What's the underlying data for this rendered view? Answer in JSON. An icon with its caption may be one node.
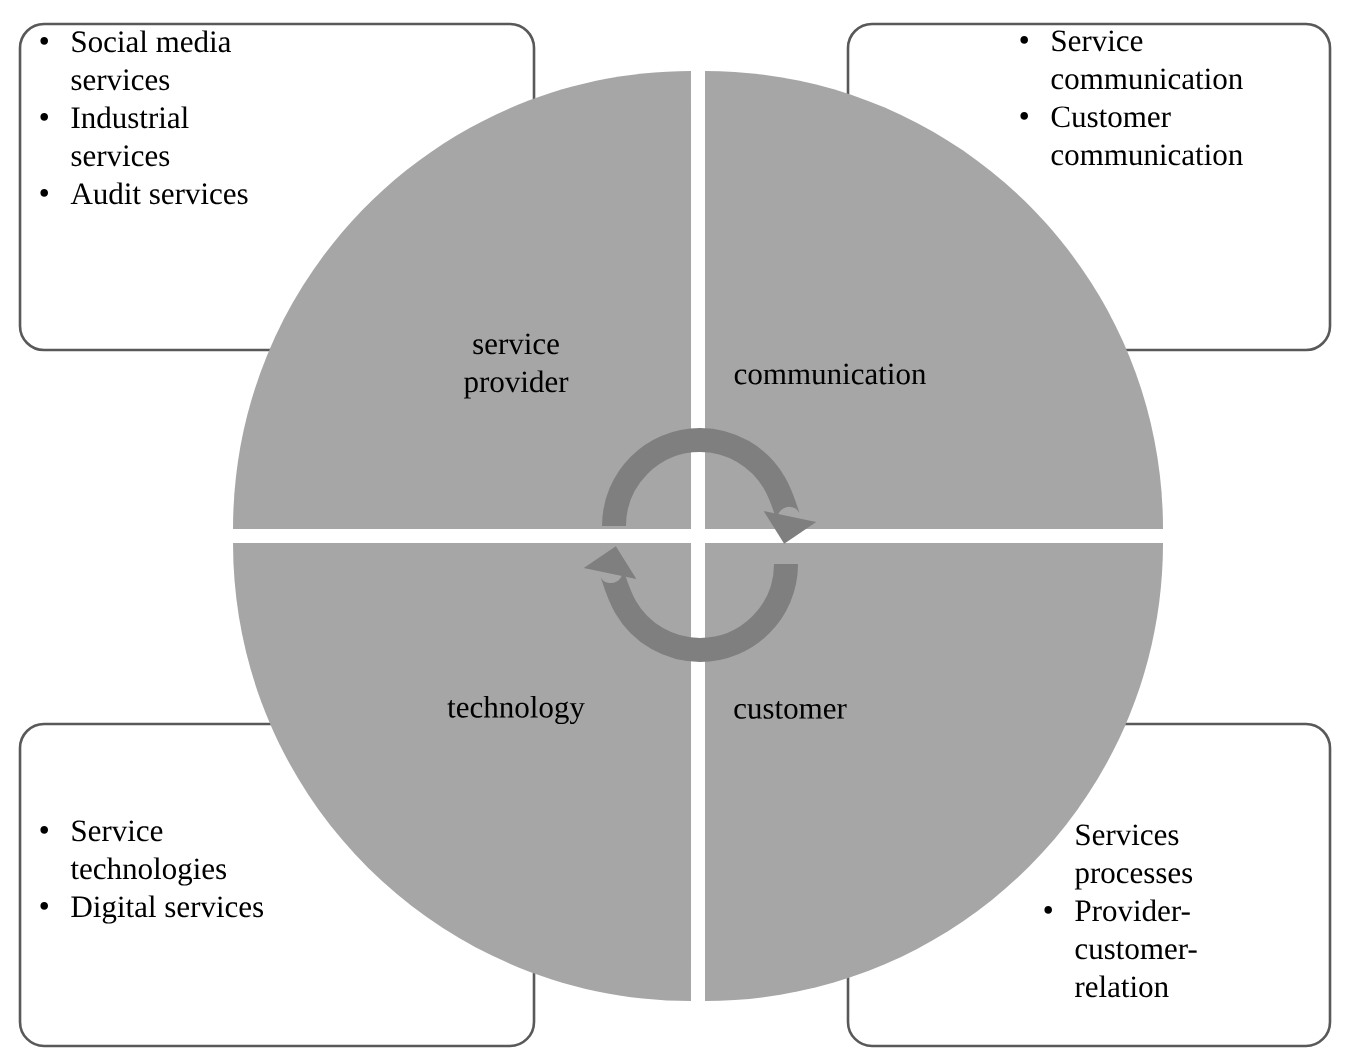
{
  "diagram": {
    "nodes": [
      {
        "text": [
          "Social media services",
          "Industrial services",
          "Audit services"
        ]
      },
      {
        "text": [
          "Service communication",
          "Customer communication"
        ]
      },
      {
        "text": [
          "Service technologies",
          "Digital services"
        ]
      },
      {
        "text": [
          "Services processes",
          "Provider-customer-relation"
        ]
      },
      {
        "text": [
          "service provider"
        ]
      },
      {
        "text": [
          "communication"
        ]
      },
      {
        "text": [
          "technology"
        ]
      },
      {
        "text": [
          "customer"
        ]
      }
    ],
    "edges": [
      {
        "from": 4,
        "to": 5,
        "arrow": "to"
      },
      {
        "from": 7,
        "to": 6,
        "arrow": "to"
      }
    ]
  }
}
